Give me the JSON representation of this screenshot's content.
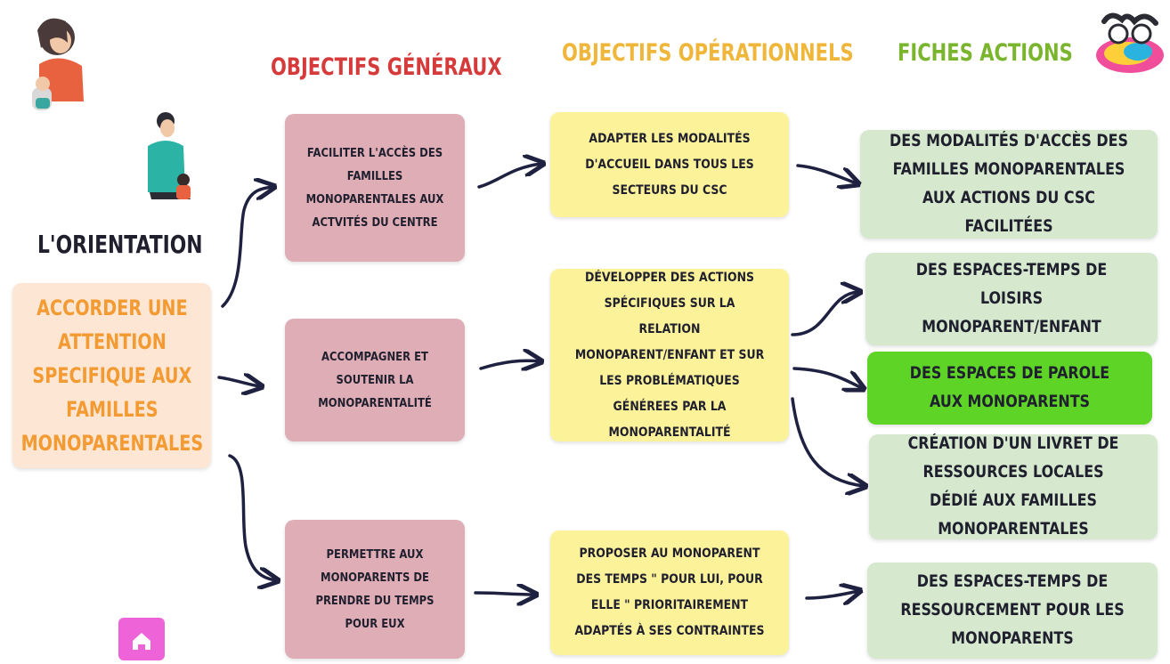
{
  "headers": {
    "general": "OBJECTIFS GÉNÉRAUX",
    "operational": "OBJECTIFS OPÉRATIONNELS",
    "actions": "FICHES ACTIONS",
    "orientation": "L'ORIENTATION"
  },
  "orientation_box": "ACCORDER UNE ATTENTION SPECIFIQUE AUX FAMILLES MONOPARENTALES",
  "general_objectives": [
    "FACILITER L'ACCÈS DES FAMILLES MONOPARENTALES AUX ACTVITÉS DU CENTRE",
    "ACCOMPAGNER ET SOUTENIR LA MONOPARENTALITÉ",
    "PERMETTRE AUX MONOPARENTS DE PRENDRE DU TEMPS POUR EUX"
  ],
  "operational_objectives": [
    "ADAPTER LES MODALITÉS D'ACCUEIL DANS TOUS LES SECTEURS DU CSC",
    "DÉVELOPPER DES ACTIONS SPÉCIFIQUES SUR LA RELATION MONOPARENT/ENFANT ET SUR LES PROBLÉMATIQUES GÉNÉREES PAR LA MONOPARENTALITÉ",
    "PROPOSER AU MONOPARENT DES TEMPS \" POUR LUI, POUR ELLE \" PRIORITAIREMENT ADAPTÉS À SES CONTRAINTES"
  ],
  "action_sheets": [
    "DES MODALITÉS D'ACCÈS DES FAMILLES MONOPARENTALES AUX ACTIONS DU CSC FACILITÉES",
    "DES ESPACES-TEMPS DE LOISIRS MONOPARENT/ENFANT",
    "DES ESPACES  DE PAROLE AUX MONOPARENTS",
    "CRÉATION D'UN LIVRET DE RESSOURCES LOCALES DÉDIÉ AUX FAMILLES MONOPARENTALES",
    "DES ESPACES-TEMPS DE RESSOURCEMENT POUR LES MONOPARENTS"
  ],
  "colors": {
    "general_header": "#d63b3b",
    "operational_header": "#f0b63a",
    "actions_header": "#7ab52e",
    "orientation_text": "#f39b32",
    "general_box": "#dfadb6",
    "operational_box": "#fbf29a",
    "action_box": "#d6e9cf",
    "action_box_highlight": "#5ed427",
    "home_button": "#ee64d8"
  },
  "icons": [
    "mother-child-illustration",
    "father-child-illustration",
    "family-logo-icon",
    "home-icon"
  ]
}
